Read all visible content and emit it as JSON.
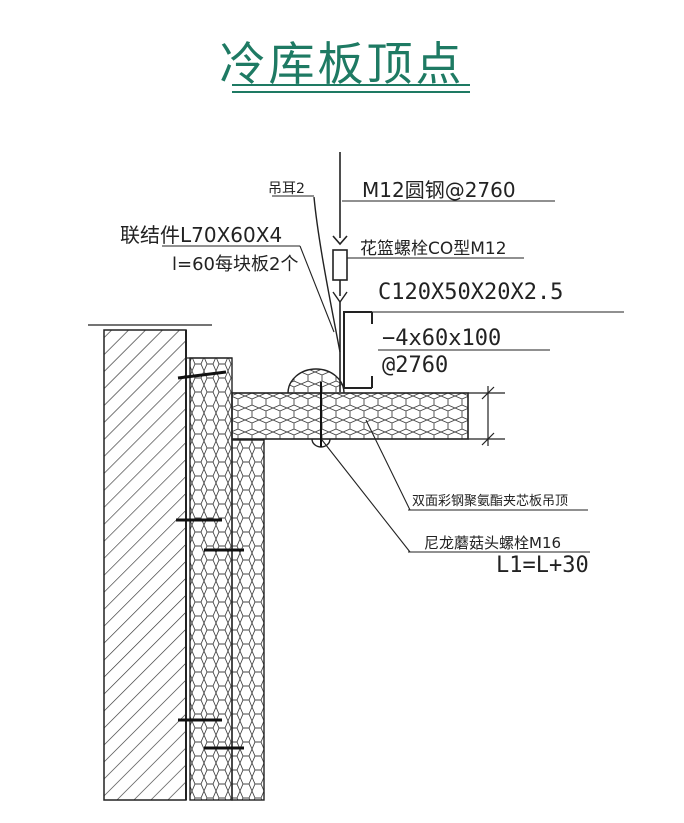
{
  "title": "冷库板顶点",
  "colors": {
    "accent": "#1e7a63",
    "ink": "#222222"
  },
  "labels": {
    "lifting_ear": "吊耳2",
    "round_steel": "M12圆钢@2760",
    "connector": "联结件L70X60X4",
    "connector_spec": "l=60每块板2个",
    "turnbuckle": "花篮螺栓CO型M12",
    "channel": "C120X50X20X2.5",
    "plate": "−4x60x100",
    "plate_spacing": "@2760",
    "panel_name": "双面彩钢聚氨酯夹芯板吊顶",
    "bolt_name": "尼龙蘑菇头螺栓M16",
    "bolt_length": "L1=L+30"
  }
}
